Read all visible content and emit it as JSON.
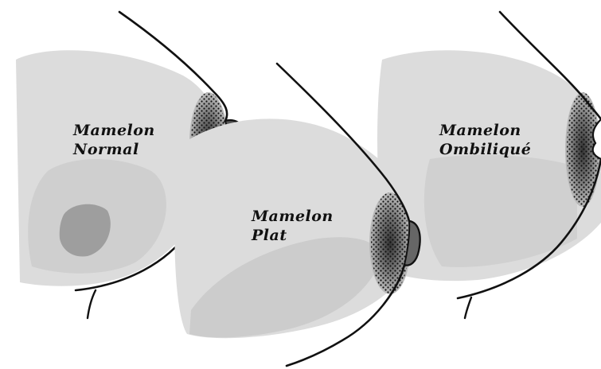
{
  "labels": {
    "normal": {
      "line1": "Mamelon",
      "line2": "Normal"
    },
    "flat": {
      "line1": "Mamelon",
      "line2": "Plat"
    },
    "inverted": {
      "line1": "Mamelon",
      "line2": "Ombiliqué"
    }
  },
  "colors": {
    "shade": "#d6d6d6",
    "shade_dark": "#9a9a9a",
    "areola": "#6f6f6f",
    "outline": "#111111"
  }
}
